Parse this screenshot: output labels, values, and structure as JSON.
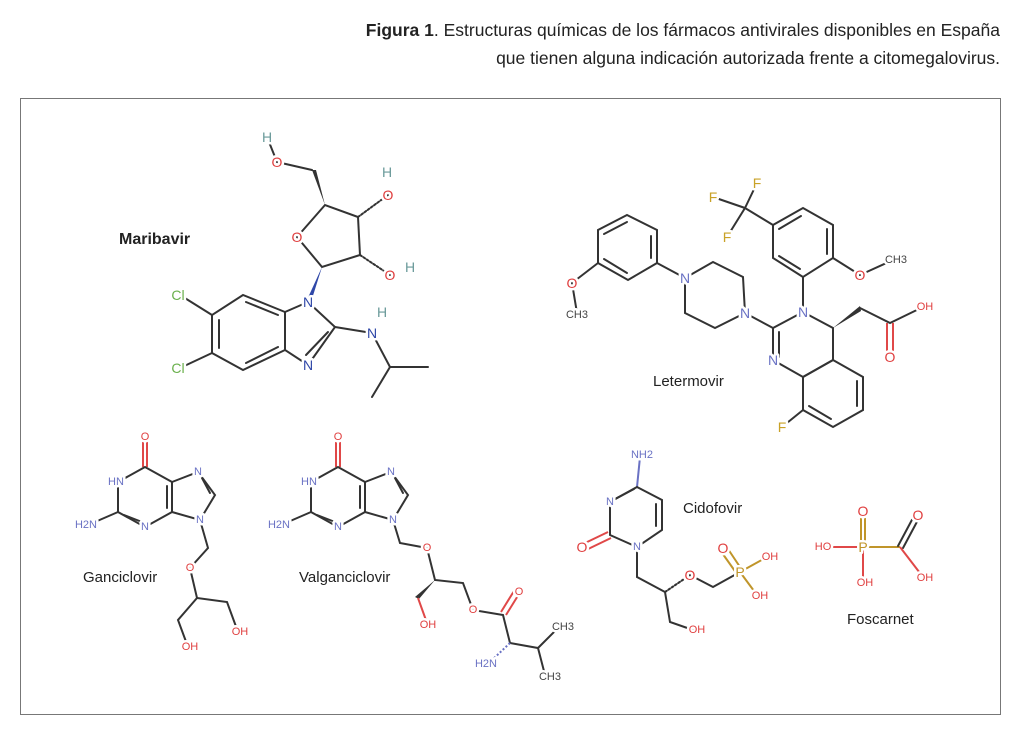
{
  "caption": {
    "label": "Figura 1",
    "line1": ". Estructuras químicas de los fármacos antivirales disponibles en España",
    "line2": "que tienen alguna indicación autorizada frente a citomegalovirus."
  },
  "molecules": {
    "maribavir": {
      "name": "Maribavir",
      "atoms": [
        "H",
        "O",
        "O",
        "H",
        "O",
        "H",
        "O",
        "N",
        "N",
        "N",
        "H",
        "Cl",
        "Cl"
      ]
    },
    "letermovir": {
      "name": "Letermovir",
      "atoms": [
        "O",
        "CH3",
        "N",
        "N",
        "N",
        "N",
        "F",
        "OH",
        "O",
        "O",
        "CH3",
        "F",
        "F",
        "F"
      ]
    },
    "ganciclovir": {
      "name": "Ganciclovir",
      "atoms": [
        "O",
        "HN",
        "H2N",
        "N",
        "N",
        "N",
        "O",
        "OH",
        "OH"
      ]
    },
    "valganciclovir": {
      "name": "Valganciclovir",
      "atoms": [
        "O",
        "HN",
        "H2N",
        "N",
        "N",
        "N",
        "O",
        "OH",
        "O",
        "O",
        "H2N",
        "CH3",
        "CH3"
      ]
    },
    "cidofovir": {
      "name": "Cidofovir",
      "atoms": [
        "NH2",
        "N",
        "O",
        "N",
        "O",
        "P",
        "O",
        "OH",
        "OH",
        "OH"
      ]
    },
    "foscarnet": {
      "name": "Foscarnet",
      "atoms": [
        "HO",
        "P",
        "O",
        "OH",
        "O",
        "OH"
      ]
    }
  },
  "colors": {
    "nitrogen": "#2f47a8",
    "oxygen": "#e04040",
    "chlorine": "#6ab04c",
    "fluorine": "#c9a227",
    "phosphorus": "#c0952a",
    "bond": "#333333",
    "frame": "#777777"
  }
}
